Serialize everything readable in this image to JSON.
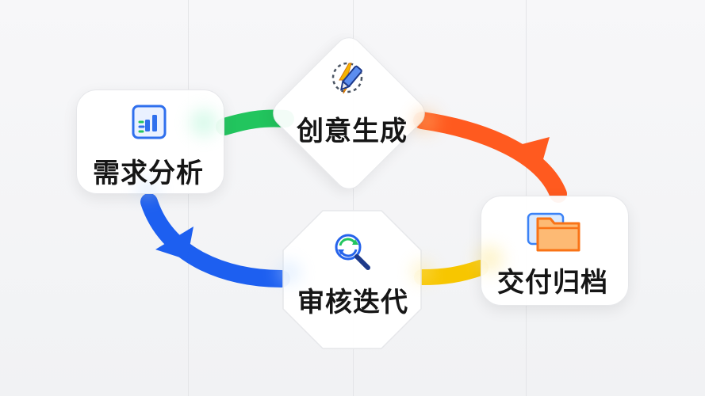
{
  "nodes": {
    "analysis": {
      "label": "需求分析",
      "icon": "bar-chart-icon",
      "color": "#2f6fed"
    },
    "generate": {
      "label": "创意生成",
      "icon": "lightning-pencil-icon",
      "color": "#f4b400"
    },
    "deliver": {
      "label": "交付归档",
      "icon": "folder-icon",
      "color": "#f28c28"
    },
    "review": {
      "label": "审核迭代",
      "icon": "search-refresh-icon",
      "color": "#2d6cdf"
    }
  },
  "flow_colors": {
    "green": "#22c55e",
    "orange": "#ff5a1f",
    "yellow": "#facc15",
    "blue": "#1d5ff0"
  }
}
